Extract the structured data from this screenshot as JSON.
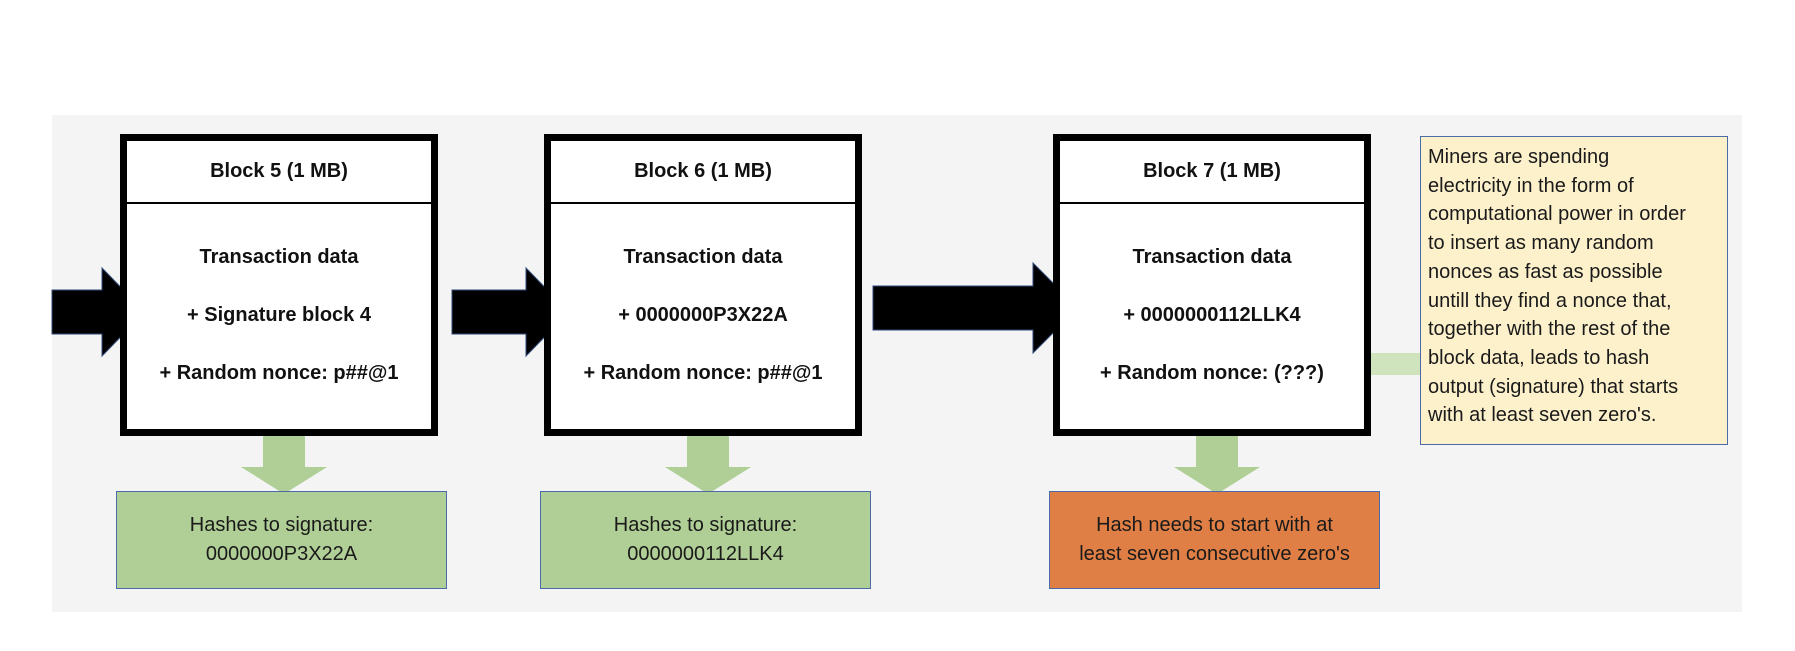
{
  "blocks": [
    {
      "title": "Block 5 (1 MB)",
      "lines": [
        "Transaction data",
        "+ Signature block 4",
        "+ Random nonce: p##@1"
      ],
      "result": [
        "Hashes to signature:",
        "0000000P3X22A"
      ],
      "result_color": "#b0cf96"
    },
    {
      "title": "Block 6 (1 MB)",
      "lines": [
        "Transaction data",
        "+ 0000000P3X22A",
        "+ Random nonce: p##@1"
      ],
      "result": [
        "Hashes to signature:",
        "0000000112LLK4"
      ],
      "result_color": "#b0cf96"
    },
    {
      "title": "Block 7 (1 MB)",
      "lines": [
        "Transaction data",
        "+ 0000000112LLK4",
        "+ Random nonce: (???)"
      ],
      "result": [
        "Hash needs to start with at",
        "least seven consecutive zero's"
      ],
      "result_color": "#e07f45"
    }
  ],
  "note": {
    "lines": [
      "Miners are spending",
      "electricity in the form of",
      "computational power in order",
      "to insert as many random",
      "nonces as fast as possible",
      "untill they find a nonce that,",
      "together with the rest of the",
      "block data, leads to hash",
      "output (signature) that starts",
      "with at least seven zero's."
    ]
  },
  "colors": {
    "chain_arrow": "#000000",
    "down_arrow": "#b0cf96",
    "note_arrow": "#cfe3bd",
    "note_bg": "#fdf1cc"
  }
}
